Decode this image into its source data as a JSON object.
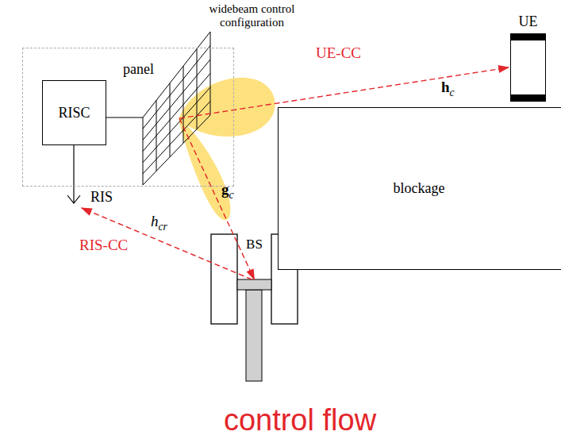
{
  "diagram": {
    "caption": "control flow",
    "nodes": [
      {
        "text": [
          "RIS"
        ]
      },
      {
        "text": [
          "RISC"
        ],
        "in": 0
      },
      {
        "text": [
          "panel"
        ],
        "in": 0
      },
      {
        "text": [
          "UE"
        ]
      },
      {
        "text": [
          "BS"
        ]
      },
      {
        "text": [
          "blockage"
        ]
      }
    ],
    "edges": [
      {
        "from": 2,
        "to": 3,
        "arrow": "to",
        "label": "UE-CC"
      },
      {
        "from": 2,
        "to": 4,
        "arrow": "to"
      },
      {
        "from": 4,
        "to": 0,
        "arrow": "to",
        "label": "RIS-CC"
      }
    ],
    "labels": [
      "widebeam control configuration",
      "hc",
      "gc",
      "hcr"
    ]
  }
}
